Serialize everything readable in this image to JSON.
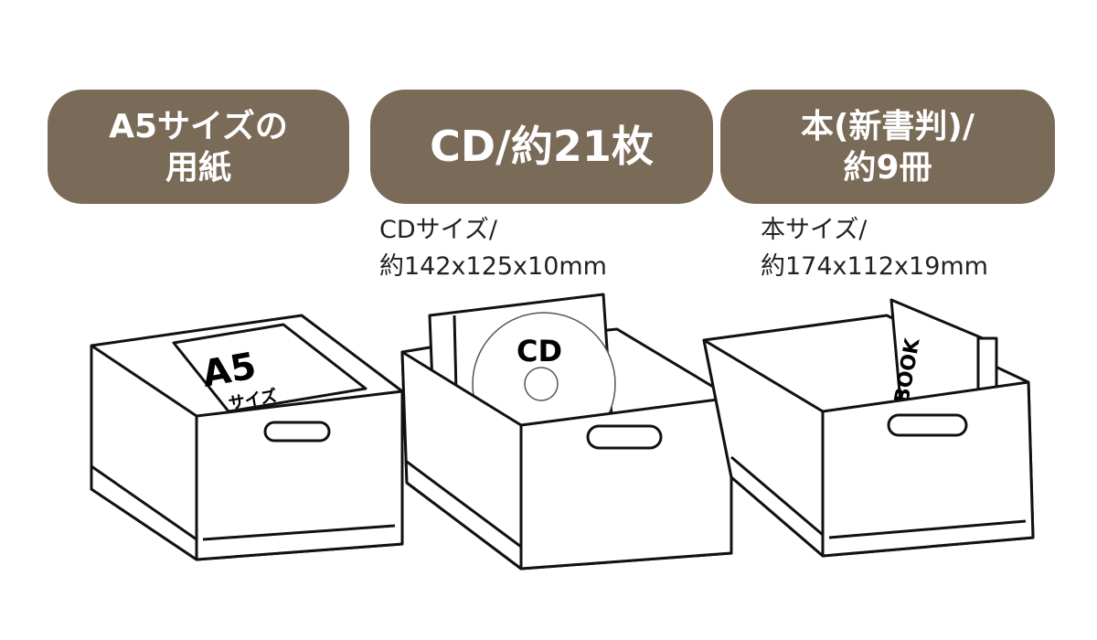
{
  "labels": [
    {
      "line1": "A5サイズの",
      "line2": "用紙"
    },
    {
      "line1": "CD/約21枚"
    },
    {
      "line1": "本(新書判)/",
      "line2": "約9冊"
    }
  ],
  "specs": [
    {
      "line1": "CDサイズ/",
      "line2": "約142x125x10mm"
    },
    {
      "line1": "本サイズ/",
      "line2": "約174x112x19mm"
    }
  ],
  "illustrations": {
    "paper": "A5",
    "paper_sub": "サイズ",
    "cd": "CD",
    "book": "BOOK"
  },
  "colors": {
    "label_bg": "#7a6a58",
    "label_text": "#ffffff"
  }
}
